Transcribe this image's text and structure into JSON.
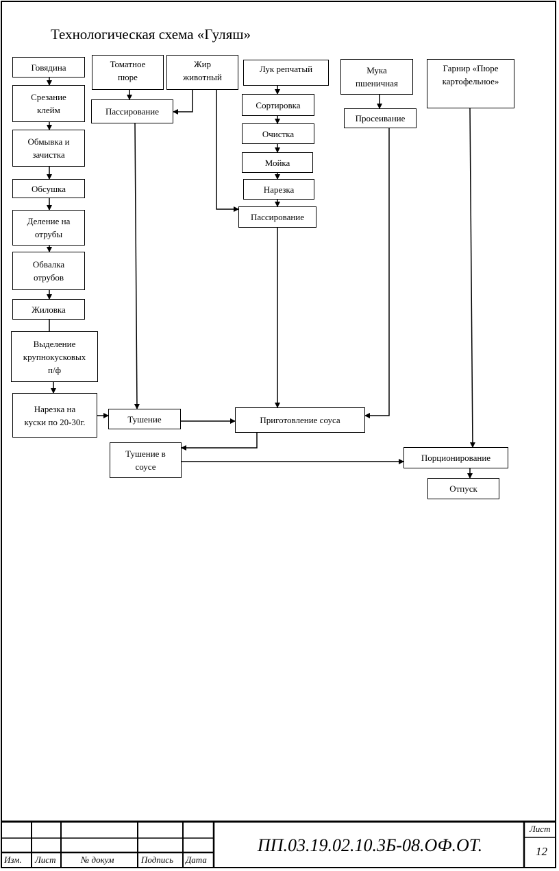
{
  "title": "Технологическая схема «Гуляш»",
  "boxes": {
    "beef": "Говядина",
    "cut_stamps": "Срезание\nклейм",
    "wash_clean": "Обмывка и\nзачистка",
    "dry": "Обсушка",
    "divide": "Деление на\nотрубы",
    "debone": "Обвалка\nотрубов",
    "trim": "Жиловка",
    "select_pieces": "Выделение\nкрупнокусковых\nп/ф",
    "cut_pieces": "Нарезка на\nкуски по 20-30г.",
    "tomato": "Томатное\nпюре",
    "fat": "Жир\nживотный",
    "saute_tomato": "Пассирование",
    "onion": "Лук репчатый",
    "sort": "Сортировка",
    "peel": "Очистка",
    "wash": "Мойка",
    "slice": "Нарезка",
    "saute_onion": "Пассирование",
    "flour": "Мука\nпшеничная",
    "sift": "Просеивание",
    "garnish": "Гарнир «Пюре\nкартофельное»",
    "stew": "Тушение",
    "sauce": "Приготовление соуса",
    "stew_sauce": "Тушение в\nсоусе",
    "portion": "Порционирование",
    "serve": "Отпуск"
  },
  "stamp": {
    "col_change": "Изм.",
    "col_sheet": "Лист",
    "col_doc": "№ докум",
    "col_sign": "Подпись",
    "col_date": "Дата",
    "doc_code": "ПП.03.19.02.10.3Б-08.ОФ.ОТ.",
    "sheet_label": "Лист",
    "sheet_number": "12"
  }
}
